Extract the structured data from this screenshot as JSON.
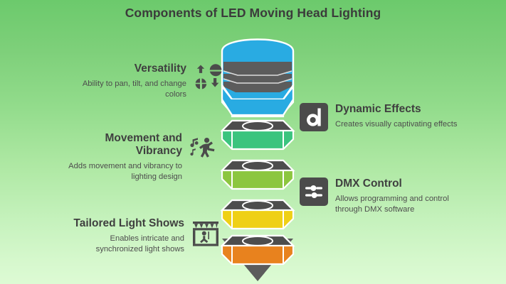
{
  "page": {
    "title": "Components of LED Moving Head Lighting",
    "background": {
      "gradient_top": "#6cca6c",
      "gradient_bottom": "#ddfbd4"
    }
  },
  "items_left": [
    {
      "id": "versatility",
      "title": "Versatility",
      "description": "Ability to pan, tilt, and change colors",
      "icon": "rotate-spheres-icon",
      "icon_color": "#4b4b4b"
    },
    {
      "id": "movement-and-vibrancy",
      "title": "Movement and Vibrancy",
      "description": "Adds movement and vibrancy to lighting design",
      "icon": "dancing-person-music-icon",
      "icon_color": "#4b4b4b"
    },
    {
      "id": "tailored-light-shows",
      "title": "Tailored Light Shows",
      "description": "Enables intricate and synchronized light shows",
      "icon": "stage-truss-icon",
      "icon_color": "#4b4b4b"
    }
  ],
  "items_right": [
    {
      "id": "dynamic-effects",
      "title": "Dynamic Effects",
      "description": "Creates visually captivating effects",
      "icon": "letter-d-icon",
      "icon_box_color": "#4b4b4b"
    },
    {
      "id": "dmx-control",
      "title": "DMX Control",
      "description": "Allows programming and control through DMX software",
      "icon": "sliders-icon",
      "icon_box_color": "#4b4b4b"
    }
  ],
  "funnel": {
    "type": "stacked-funnel-diagram",
    "segments": [
      {
        "name": "segment-blue",
        "color": "#29ABE2",
        "band_color": "#5c5c5c"
      },
      {
        "name": "segment-green",
        "color": "#3BC47E",
        "band_color": "#4d4d4d"
      },
      {
        "name": "segment-olive",
        "color": "#8CC63F",
        "band_color": "#4d4d4d"
      },
      {
        "name": "segment-yellow",
        "color": "#EFD016",
        "band_color": "#4d4d4d"
      },
      {
        "name": "segment-orange",
        "color": "#E8821E",
        "band_color": "#4d4d4d"
      }
    ],
    "tip": {
      "name": "funnel-tip-cone",
      "color": "#5c5c5c"
    }
  }
}
